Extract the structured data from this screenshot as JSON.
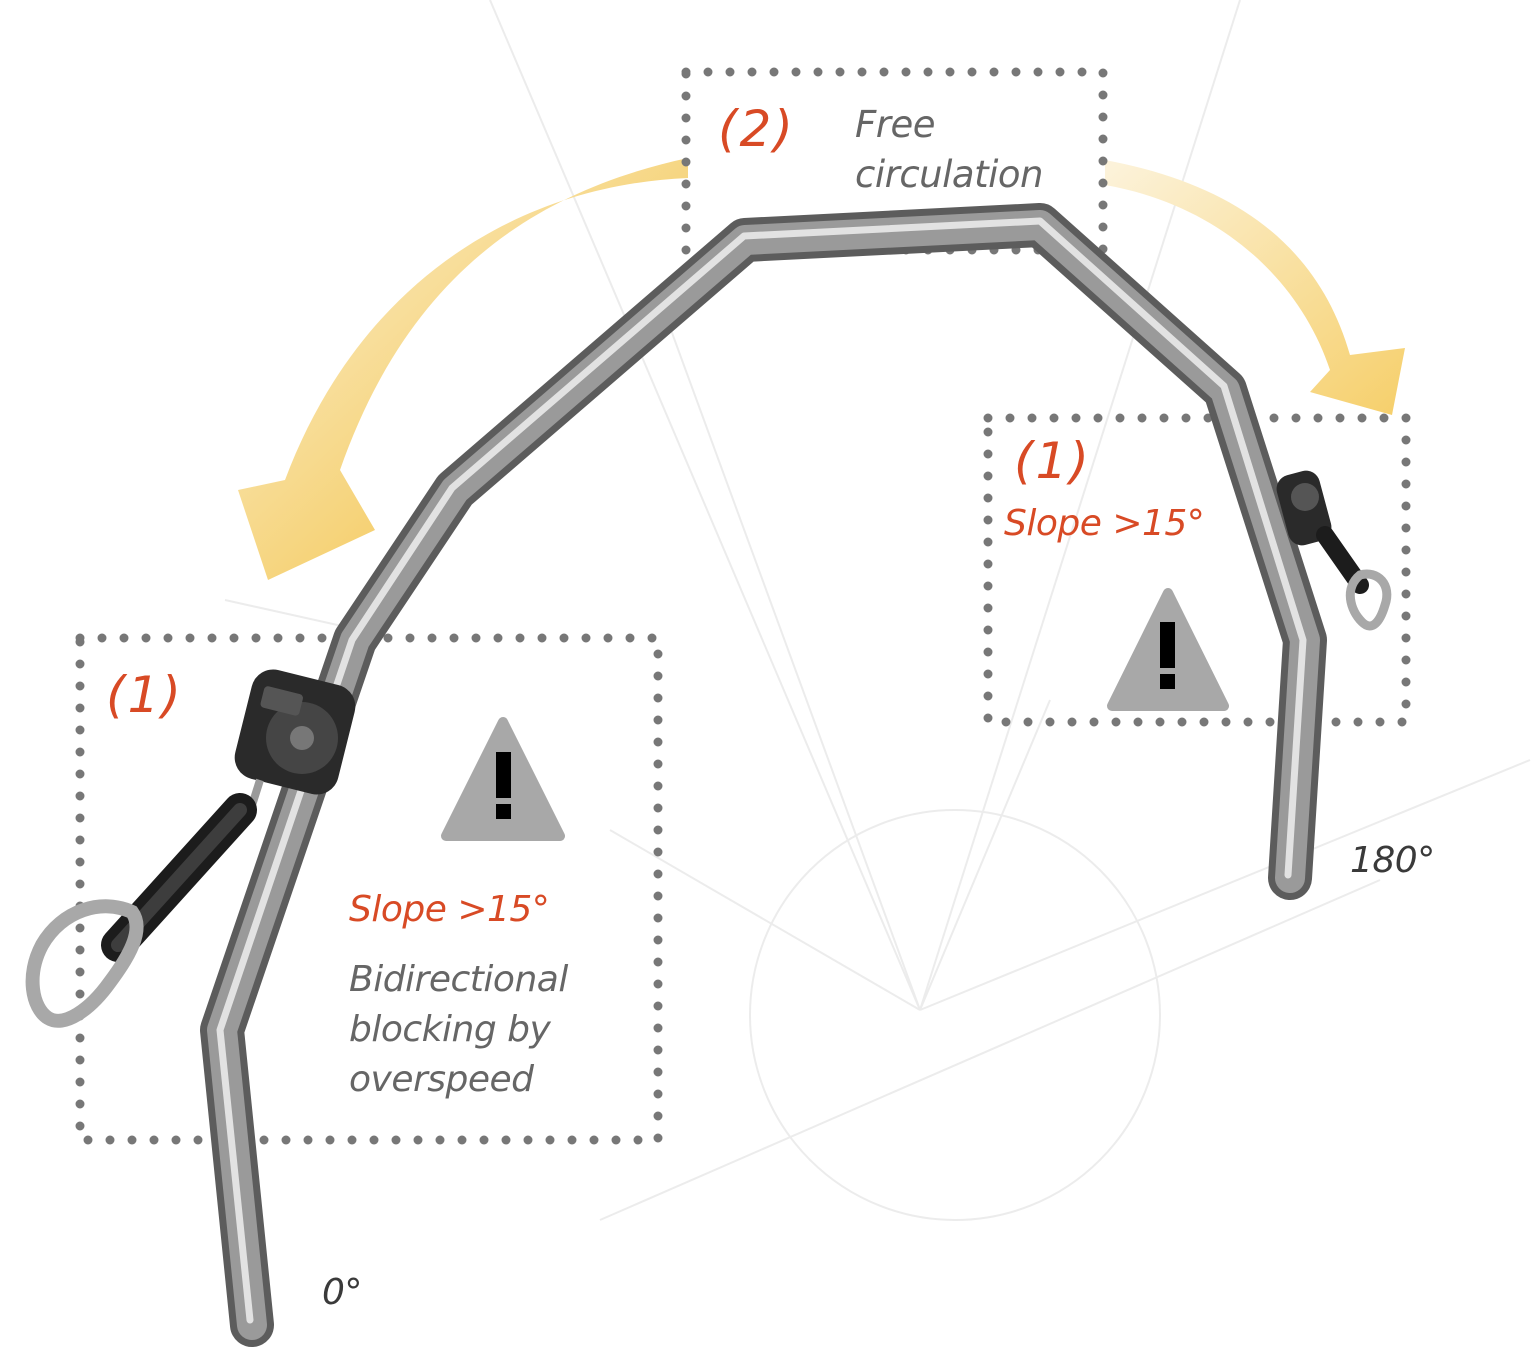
{
  "zones": {
    "top": {
      "number": "(2)",
      "line1": "Free",
      "line2": "circulation"
    },
    "left": {
      "number": "(1)",
      "slope": "Slope >15°",
      "desc1": "Bidirectional",
      "desc2": "blocking by",
      "desc3": "overspeed"
    },
    "right": {
      "number": "(1)",
      "slope": "Slope >15°"
    }
  },
  "angles": {
    "start": "0°",
    "end": "180°"
  },
  "colors": {
    "accent": "#d84a25",
    "arrow": "#f3c44a",
    "warning": "#a8a8a8",
    "dots": "#777777",
    "rail": "#8a8a8a"
  },
  "icons": [
    "warning-triangle-icon",
    "curved-arrow-icon",
    "carabiner-icon",
    "fall-arrester-icon"
  ]
}
